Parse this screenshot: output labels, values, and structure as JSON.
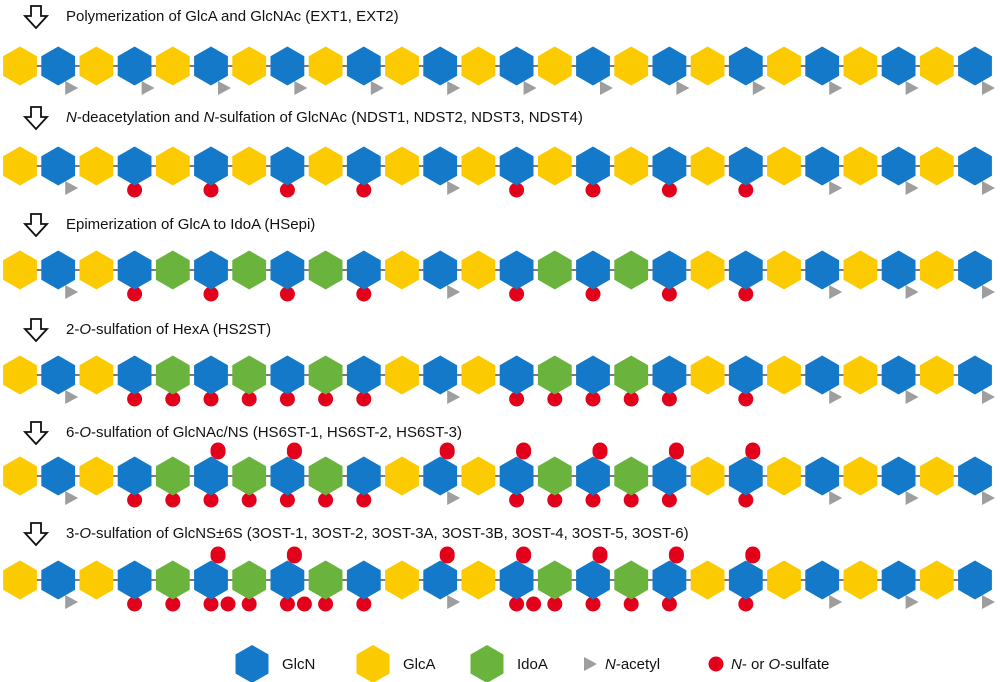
{
  "colors": {
    "GlcN": "#1479c9",
    "GlcA": "#fcca00",
    "IdoA": "#6ab43e",
    "acetyl": "#9e9e9e",
    "sulfate": "#e3001b",
    "bond": "#7a7a7a",
    "text": "#111111"
  },
  "icons": {
    "step_arrow": "down-arrow-outline-icon"
  },
  "steps": [
    {
      "label_parts": [
        {
          "text": "Polymerization of GlcA and GlcNAc  (EXT1, EXT2)",
          "italic": false
        }
      ],
      "chain": [
        "GlcA",
        "GlcN",
        "GlcA",
        "GlcN",
        "GlcA",
        "GlcN",
        "GlcA",
        "GlcN",
        "GlcA",
        "GlcN",
        "GlcA",
        "GlcN",
        "GlcA",
        "GlcN",
        "GlcA",
        "GlcN",
        "GlcA",
        "GlcN",
        "GlcA",
        "GlcN",
        "GlcA",
        "GlcN",
        "GlcA",
        "GlcN",
        "GlcA",
        "GlcN"
      ],
      "acetyl": [
        1,
        3,
        5,
        7,
        9,
        11,
        13,
        15,
        17,
        19,
        21,
        23,
        25
      ],
      "sulfate_below": [],
      "sulfate_above": []
    },
    {
      "label_parts": [
        {
          "text": "N",
          "italic": true
        },
        {
          "text": "-deacetylation and ",
          "italic": false
        },
        {
          "text": "N",
          "italic": true
        },
        {
          "text": "-sulfation of GlcNAc  (NDST1, NDST2, NDST3, NDST4)",
          "italic": false
        }
      ],
      "chain": [
        "GlcA",
        "GlcN",
        "GlcA",
        "GlcN",
        "GlcA",
        "GlcN",
        "GlcA",
        "GlcN",
        "GlcA",
        "GlcN",
        "GlcA",
        "GlcN",
        "GlcA",
        "GlcN",
        "GlcA",
        "GlcN",
        "GlcA",
        "GlcN",
        "GlcA",
        "GlcN",
        "GlcA",
        "GlcN",
        "GlcA",
        "GlcN",
        "GlcA",
        "GlcN"
      ],
      "acetyl": [
        1,
        11,
        21,
        23,
        25
      ],
      "sulfate_below": [
        3,
        5,
        7,
        9,
        13,
        15,
        17,
        19
      ],
      "sulfate_above": []
    },
    {
      "label_parts": [
        {
          "text": "Epimerization of GlcA to IdoA  (HSepi)",
          "italic": false
        }
      ],
      "chain": [
        "GlcA",
        "GlcN",
        "GlcA",
        "GlcN",
        "IdoA",
        "GlcN",
        "IdoA",
        "GlcN",
        "IdoA",
        "GlcN",
        "GlcA",
        "GlcN",
        "GlcA",
        "GlcN",
        "IdoA",
        "GlcN",
        "IdoA",
        "GlcN",
        "GlcA",
        "GlcN",
        "GlcA",
        "GlcN",
        "GlcA",
        "GlcN",
        "GlcA",
        "GlcN"
      ],
      "acetyl": [
        1,
        11,
        21,
        23,
        25
      ],
      "sulfate_below": [
        3,
        5,
        7,
        9,
        13,
        15,
        17,
        19
      ],
      "sulfate_above": []
    },
    {
      "label_parts": [
        {
          "text": "2-",
          "italic": false
        },
        {
          "text": "O",
          "italic": true
        },
        {
          "text": "-sulfation of HexA  (HS2ST)",
          "italic": false
        }
      ],
      "chain": [
        "GlcA",
        "GlcN",
        "GlcA",
        "GlcN",
        "IdoA",
        "GlcN",
        "IdoA",
        "GlcN",
        "IdoA",
        "GlcN",
        "GlcA",
        "GlcN",
        "GlcA",
        "GlcN",
        "IdoA",
        "GlcN",
        "IdoA",
        "GlcN",
        "GlcA",
        "GlcN",
        "GlcA",
        "GlcN",
        "GlcA",
        "GlcN",
        "GlcA",
        "GlcN"
      ],
      "acetyl": [
        1,
        11,
        21,
        23,
        25
      ],
      "sulfate_below": [
        3,
        4,
        5,
        6,
        7,
        8,
        9,
        13,
        14,
        15,
        16,
        17,
        19
      ],
      "sulfate_above": []
    },
    {
      "label_parts": [
        {
          "text": "6-",
          "italic": false
        },
        {
          "text": "O",
          "italic": true
        },
        {
          "text": "-sulfation of GlcNAc/NS  (HS6ST-1, HS6ST-2, HS6ST-3)",
          "italic": false
        }
      ],
      "chain": [
        "GlcA",
        "GlcN",
        "GlcA",
        "GlcN",
        "IdoA",
        "GlcN",
        "IdoA",
        "GlcN",
        "IdoA",
        "GlcN",
        "GlcA",
        "GlcN",
        "GlcA",
        "GlcN",
        "IdoA",
        "GlcN",
        "IdoA",
        "GlcN",
        "GlcA",
        "GlcN",
        "GlcA",
        "GlcN",
        "GlcA",
        "GlcN",
        "GlcA",
        "GlcN"
      ],
      "acetyl": [
        1,
        11,
        21,
        23,
        25
      ],
      "sulfate_below": [
        3,
        4,
        5,
        6,
        7,
        8,
        9,
        13,
        14,
        15,
        16,
        17,
        19
      ],
      "sulfate_above": [
        5,
        7,
        11,
        13,
        15,
        17,
        19
      ]
    },
    {
      "label_parts": [
        {
          "text": "3-",
          "italic": false
        },
        {
          "text": "O",
          "italic": true
        },
        {
          "text": "-sulfation of GlcNS±6S  (3OST-1, 3OST-2, 3OST-3A, 3OST-3B, 3OST-4, 3OST-5, 3OST-6)",
          "italic": false
        }
      ],
      "chain": [
        "GlcA",
        "GlcN",
        "GlcA",
        "GlcN",
        "IdoA",
        "GlcN",
        "IdoA",
        "GlcN",
        "IdoA",
        "GlcN",
        "GlcA",
        "GlcN",
        "GlcA",
        "GlcN",
        "IdoA",
        "GlcN",
        "IdoA",
        "GlcN",
        "GlcA",
        "GlcN",
        "GlcA",
        "GlcN",
        "GlcA",
        "GlcN",
        "GlcA",
        "GlcN"
      ],
      "acetyl": [
        1,
        11,
        21,
        23,
        25
      ],
      "sulfate_below": [
        3,
        4,
        5,
        6,
        7,
        8,
        9,
        13,
        14,
        15,
        16,
        17,
        19
      ],
      "sulfate_above": [
        5,
        7,
        11,
        13,
        15,
        17,
        19
      ],
      "sulfate_extra_3o": [
        5,
        7,
        13
      ]
    }
  ],
  "legend": [
    {
      "kind": "hexagon",
      "key": "GlcN",
      "parts": [
        {
          "text": "GlcN",
          "italic": false
        }
      ]
    },
    {
      "kind": "hexagon",
      "key": "GlcA",
      "parts": [
        {
          "text": "GlcA",
          "italic": false
        }
      ]
    },
    {
      "kind": "hexagon",
      "key": "IdoA",
      "parts": [
        {
          "text": "IdoA",
          "italic": false
        }
      ]
    },
    {
      "kind": "triangle",
      "key": "acetyl",
      "parts": [
        {
          "text": "N",
          "italic": true
        },
        {
          "text": "-acetyl",
          "italic": false
        }
      ]
    },
    {
      "kind": "circle",
      "key": "sulfate",
      "parts": [
        {
          "text": "N",
          "italic": true
        },
        {
          "text": "- or ",
          "italic": false
        },
        {
          "text": "O",
          "italic": true
        },
        {
          "text": "-sulfate",
          "italic": false
        }
      ]
    }
  ]
}
